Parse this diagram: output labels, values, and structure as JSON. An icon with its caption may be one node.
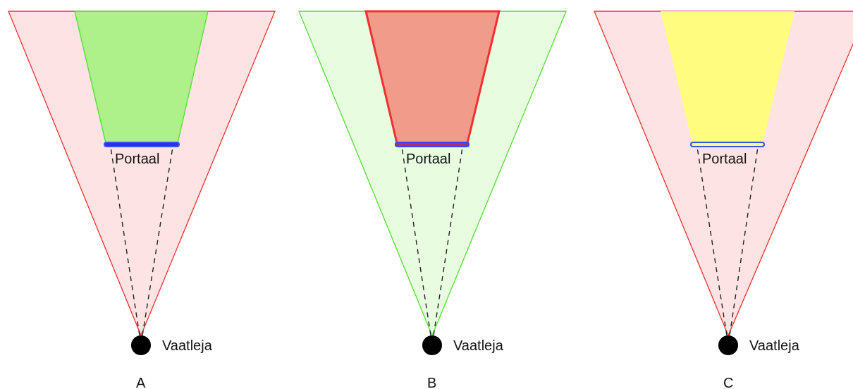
{
  "diagram": {
    "nodes": [
      {
        "text": [],
        "shape": "bar",
        "beside": [
          "Portaal"
        ]
      },
      {
        "text": [],
        "shape": "circle",
        "beside": [
          "Vaatleja"
        ]
      },
      {
        "text": [],
        "shape": "bar",
        "beside": [
          "Portaal"
        ]
      },
      {
        "text": [],
        "shape": "circle",
        "beside": [
          "Vaatleja"
        ]
      },
      {
        "text": [],
        "shape": "bar",
        "beside": [
          "Portaal"
        ]
      },
      {
        "text": [],
        "shape": "circle",
        "beside": [
          "Vaatleja"
        ]
      }
    ],
    "edges": [
      {
        "from": 1,
        "to": 0,
        "arrow": "none",
        "style": "dashed"
      },
      {
        "from": 1,
        "to": 0,
        "arrow": "none",
        "style": "dashed"
      },
      {
        "from": 3,
        "to": 2,
        "arrow": "none",
        "style": "dashed"
      },
      {
        "from": 3,
        "to": 2,
        "arrow": "none",
        "style": "dashed"
      },
      {
        "from": 5,
        "to": 4,
        "arrow": "none",
        "style": "dashed"
      },
      {
        "from": 5,
        "to": 4,
        "arrow": "none",
        "style": "dashed"
      }
    ],
    "labels": [
      "A",
      "B",
      "C"
    ]
  }
}
